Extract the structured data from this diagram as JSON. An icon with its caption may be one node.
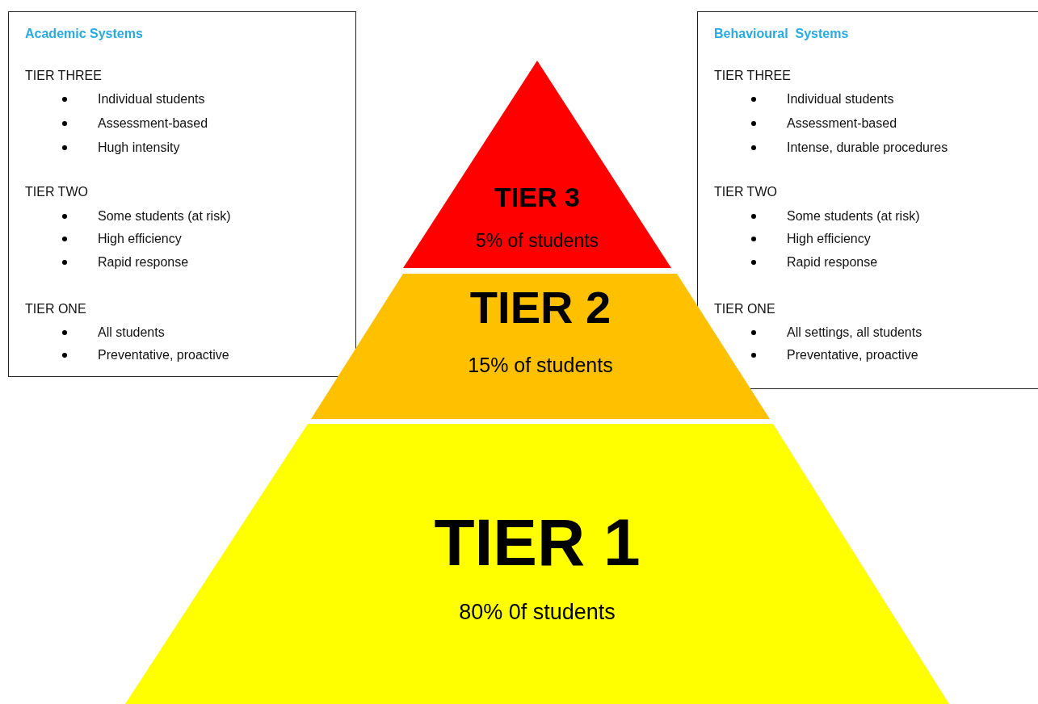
{
  "diagram": {
    "nodes": [
      {
        "text": [
          "Academic Systems",
          "TIER THREE",
          "Individual students",
          "Assessment-based",
          "Hugh intensity",
          "TIER TWO",
          "Some students (at risk)",
          "High efficiency",
          "Rapid response",
          "TIER ONE",
          "All students",
          "Preventative, proactive"
        ]
      },
      {
        "text": [
          "TIER 3",
          "5% of students"
        ]
      },
      {
        "text": [
          "TIER 2",
          "15% of students"
        ]
      },
      {
        "text": [
          "TIER 1",
          "80% 0f students"
        ]
      },
      {
        "text": [
          "Behavioural  Systems",
          "TIER THREE",
          "Individual students",
          "Assessment-based",
          "Intense, durable procedures",
          "TIER TWO",
          "Some students (at risk)",
          "High efficiency",
          "Rapid response",
          "TIER ONE",
          "All settings, all students",
          "Preventative, proactive"
        ]
      }
    ],
    "edges": []
  }
}
